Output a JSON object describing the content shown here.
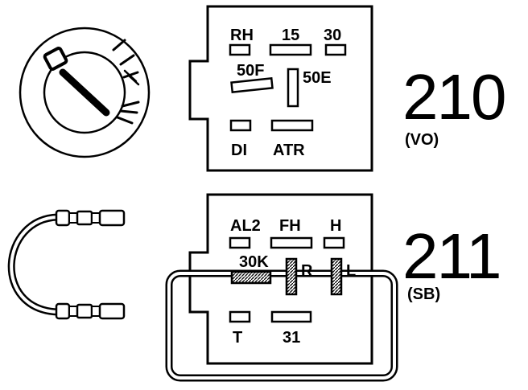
{
  "colors": {
    "ink": "#000000",
    "paper": "#ffffff",
    "hatch": "#555555"
  },
  "icons": {
    "ignition": "ignition-switch-icon",
    "jumper": "jumper-wire-icon"
  },
  "connector_210": {
    "number": "210",
    "code": "(VO)",
    "pins": {
      "rh": "RH",
      "p15": "15",
      "p30": "30",
      "p50f": "50F",
      "p50e": "50E",
      "di": "DI",
      "atr": "ATR"
    }
  },
  "connector_211": {
    "number": "211",
    "code": "(SB)",
    "pins": {
      "al2": "AL2",
      "fh": "FH",
      "h": "H",
      "p30k": "30K",
      "r": "R",
      "l": "L",
      "t": "T",
      "p31": "31"
    }
  }
}
